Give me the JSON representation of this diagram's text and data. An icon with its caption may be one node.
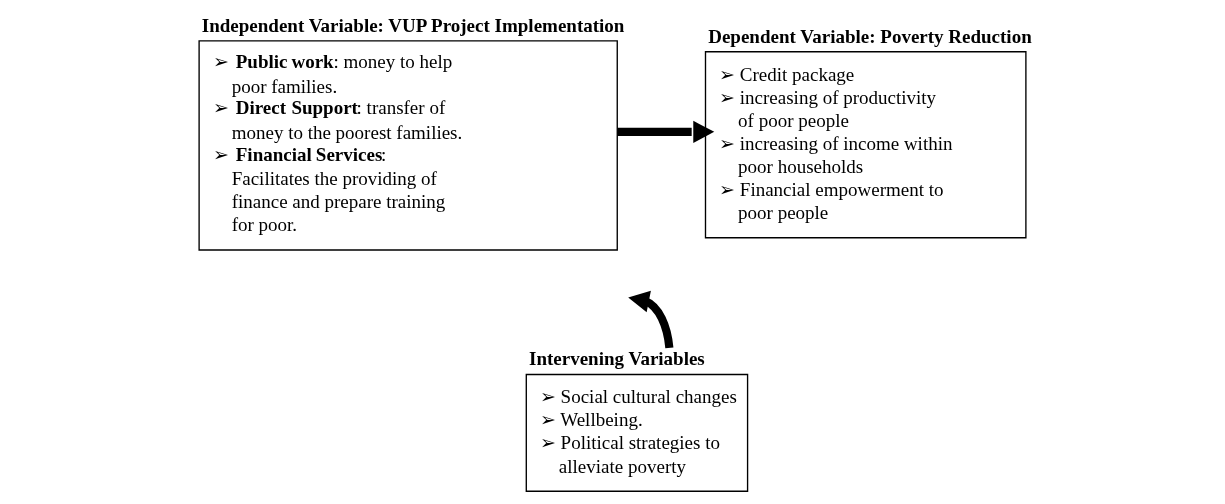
{
  "diagram": {
    "nodes": [
      {
        "text": [
          "Independent Variable: VUP Project Implementation",
          "➢ **Public work**: money to help poor families.",
          "➢ **Direct Support**: transfer of money to the poorest families.",
          "➢ **Financial Services**: Facilitates the providing of finance and prepare training for poor."
        ]
      },
      {
        "text": [
          "Dependent Variable: Poverty Reduction",
          "➢ Credit package",
          "➢ increasing of productivity of poor people",
          "➢ increasing of income within poor households",
          "➢ Financial empowerment to poor people"
        ]
      },
      {
        "text": [
          "Intervening Variables",
          "➢ Social cultural changes",
          "➢ Wellbeing.",
          "➢ Political strategies to alleviate poverty"
        ]
      }
    ],
    "edges": [
      {
        "from": 0,
        "to": 1,
        "arrow": "to"
      },
      {
        "from": 2,
        "to": null,
        "arrow": "to"
      }
    ]
  }
}
